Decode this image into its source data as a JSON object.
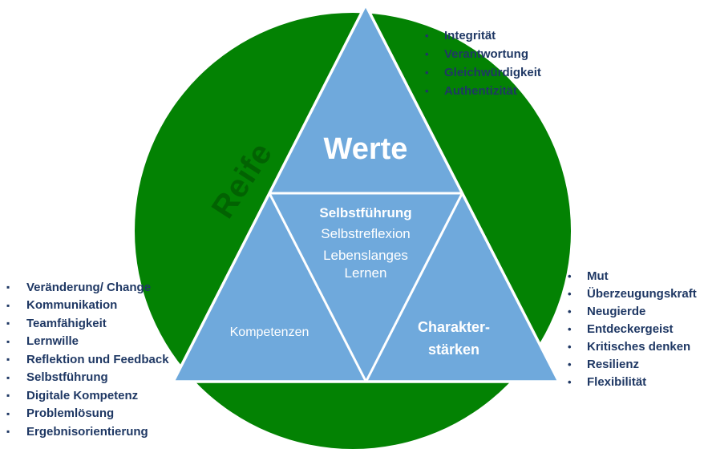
{
  "diagram": {
    "circle_label": "Reife",
    "triangle": {
      "top_label": "Werte",
      "center_lines": [
        "Selbstführung",
        "Selbstreflexion",
        "Lebenslanges",
        "Lernen"
      ],
      "left_label": "Kompetenzen",
      "right_label_lines": [
        "Charakter-",
        "stärken"
      ]
    },
    "colors": {
      "circle_green": "#038203",
      "circle_label_green": "#025f02",
      "triangle_blue": "#6FA9DC",
      "outline_white": "#FFFFFF",
      "list_text_navy": "#1F3864"
    }
  },
  "lists": {
    "values": {
      "bullet": "•",
      "items": [
        "Integrität",
        "Verantwortung",
        "Gleichwürdigkeit",
        "Authentizität"
      ]
    },
    "competencies": {
      "bullet": "▪",
      "items": [
        "Veränderung/ Change",
        "Kommunikation",
        "Teamfähigkeit",
        "Lernwille",
        "Reflektion und Feedback",
        "Selbstführung",
        "Digitale Kompetenz",
        "Problemlösung",
        "Ergebnisorientierung"
      ]
    },
    "strengths": {
      "bullet": "•",
      "items": [
        "Mut",
        "Überzeugungskraft",
        "Neugierde",
        "Entdeckergeist",
        "Kritisches denken",
        "Resilienz",
        "Flexibilität"
      ]
    }
  }
}
